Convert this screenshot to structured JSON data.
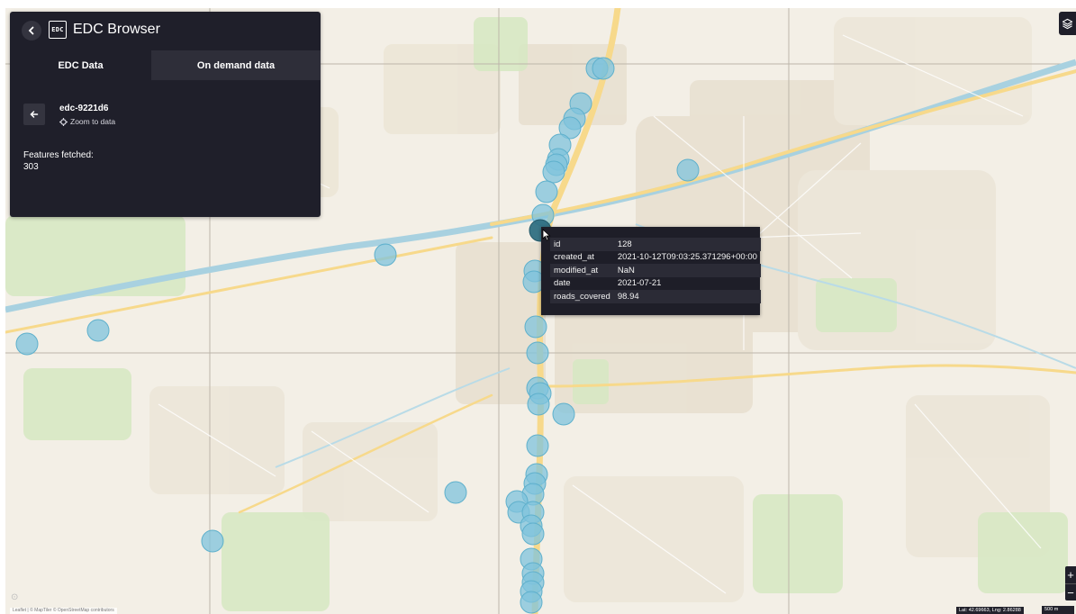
{
  "app": {
    "title": "EDC Browser",
    "logo_text": "EDC",
    "back_icon": "chevron-left-icon"
  },
  "tabs": [
    {
      "label": "EDC Data",
      "active": true
    },
    {
      "label": "On demand data",
      "active": false
    }
  ],
  "dataset": {
    "name": "edc-9221d6",
    "zoom_label": "Zoom to data",
    "back_icon": "arrow-left-icon",
    "zoom_icon": "crosshair-icon"
  },
  "features": {
    "label": "Features fetched:",
    "count": "303"
  },
  "tooltip": {
    "rows": [
      {
        "key": "id",
        "value": "128"
      },
      {
        "key": "created_at",
        "value": "2021-10-12T09:03:25.371296+00:00"
      },
      {
        "key": "modified_at",
        "value": "NaN"
      },
      {
        "key": "date",
        "value": "2021-07-21"
      },
      {
        "key": "roads_covered",
        "value": "98.94"
      }
    ]
  },
  "map": {
    "coordinates": "Lat: 42.69663, Lng: 2.86288",
    "scale_label": "500 m",
    "attribution": "Leaflet | © MapTiler © OpenStreetMap contributors",
    "zoom_in_label": "+",
    "zoom_out_label": "−",
    "layers_icon": "layers-icon",
    "marker_color": "#7fc3dc",
    "selected_marker_color": "#2f6f82",
    "water_color": "#a8d1e0",
    "road_color": "#f7d98b"
  }
}
